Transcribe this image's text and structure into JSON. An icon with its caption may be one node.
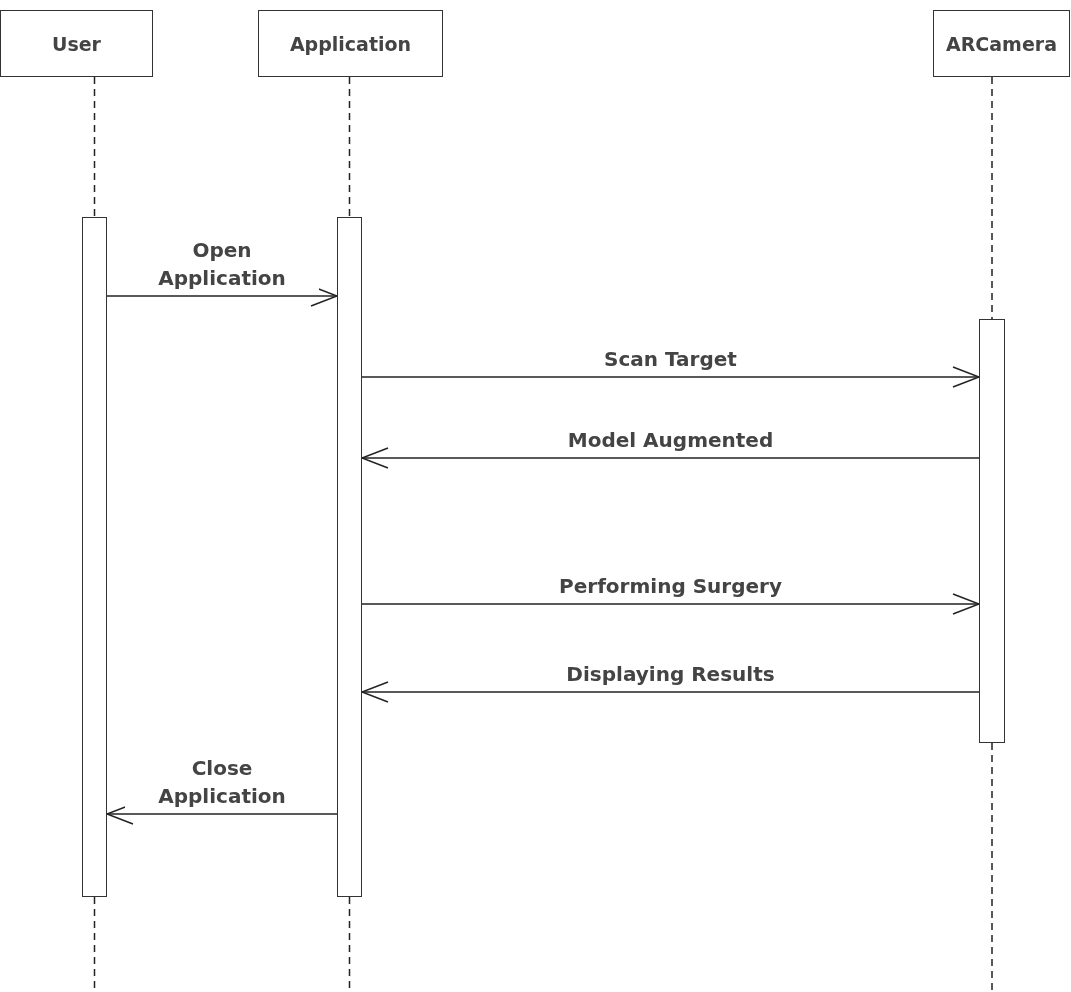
{
  "diagram": {
    "nodes": [
      {
        "text": [
          "User"
        ]
      },
      {
        "text": [
          "Application"
        ]
      },
      {
        "text": [
          "ARCamera"
        ]
      },
      {
        "text": [],
        "shape": "bar"
      },
      {
        "text": [],
        "shape": "bar"
      },
      {
        "text": [],
        "shape": "bar"
      }
    ],
    "edges": [
      {
        "from": 0,
        "to": 3,
        "arrow": "none",
        "style": "dashed"
      },
      {
        "from": 1,
        "to": 4,
        "arrow": "none",
        "style": "dashed"
      },
      {
        "from": 2,
        "to": 5,
        "arrow": "none",
        "style": "dashed"
      },
      {
        "from": 3,
        "to": null,
        "arrow": "none",
        "style": "dashed"
      },
      {
        "from": 4,
        "to": null,
        "arrow": "none",
        "style": "dashed"
      },
      {
        "from": 5,
        "to": null,
        "arrow": "none",
        "style": "dashed"
      },
      {
        "from": 3,
        "to": 4,
        "arrow": "to",
        "label": "Open Application"
      },
      {
        "from": 4,
        "to": 5,
        "arrow": "to",
        "label": "Scan Target"
      },
      {
        "from": 5,
        "to": 4,
        "arrow": "to",
        "label": "Model Augmented"
      },
      {
        "from": 4,
        "to": 5,
        "arrow": "to",
        "label": "Performing Surgery"
      },
      {
        "from": 5,
        "to": 4,
        "arrow": "to",
        "label": "Displaying Results"
      },
      {
        "from": 4,
        "to": 3,
        "arrow": "to",
        "label": "Close Application"
      }
    ]
  }
}
